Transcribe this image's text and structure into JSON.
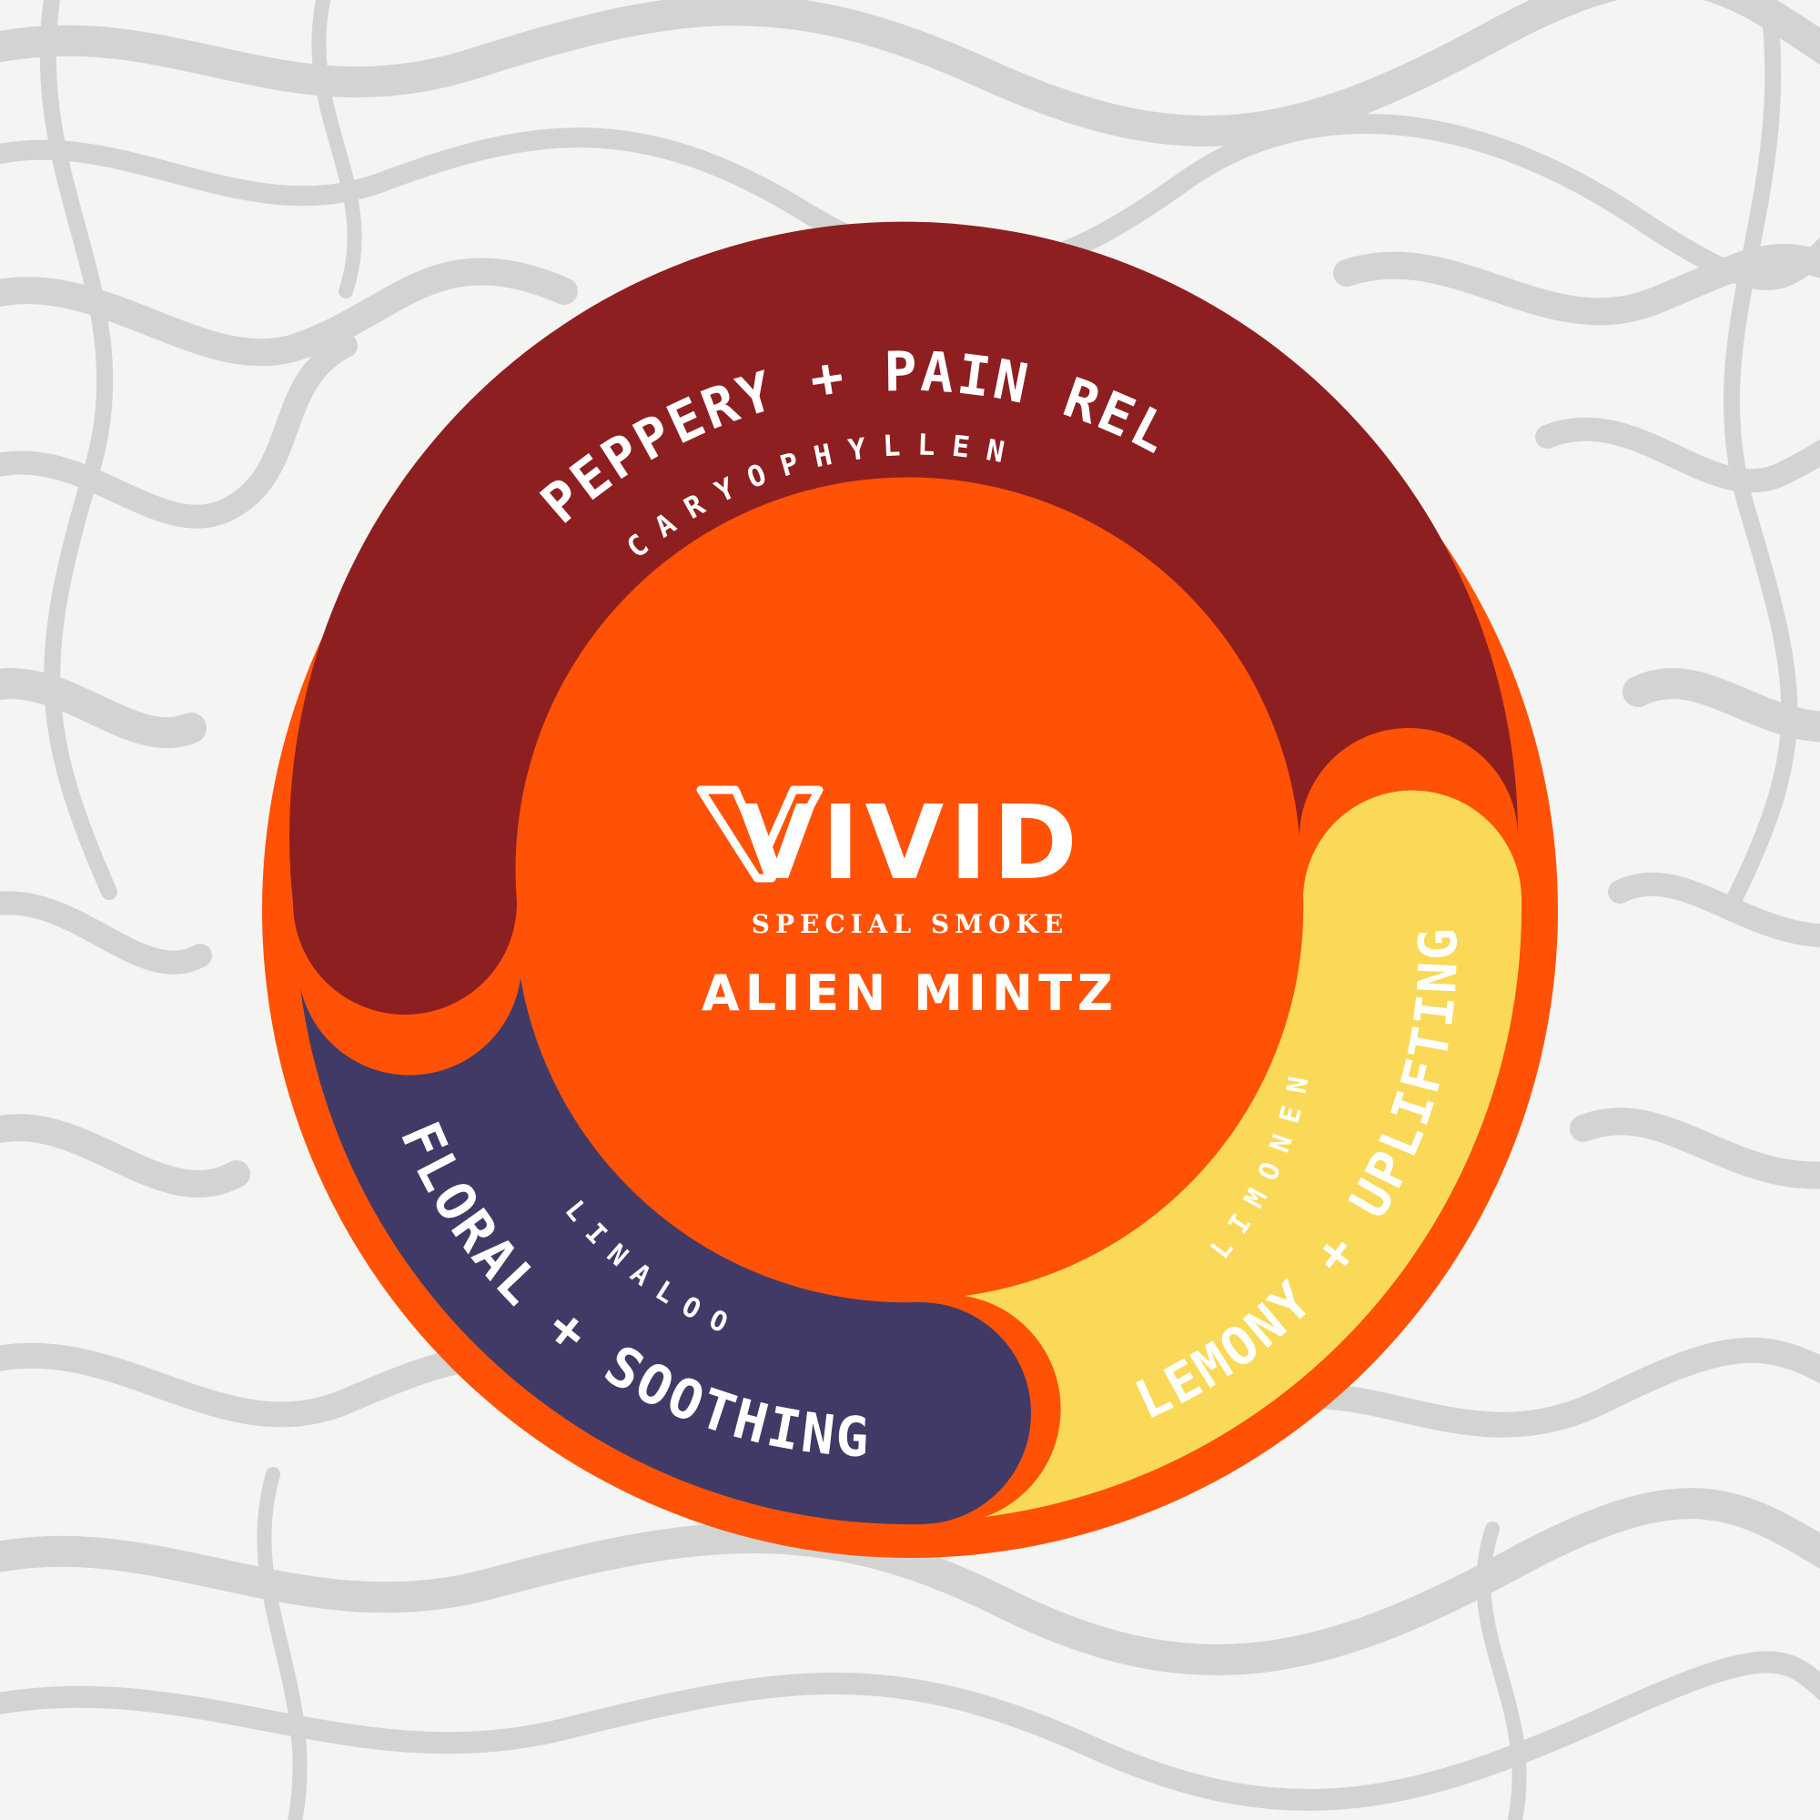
{
  "colors": {
    "background": "#f4f4f3",
    "marble": "#d3d4d2",
    "ring": "#ff5206",
    "center": "#ff5206",
    "peppery": "#8e1f21",
    "floral": "#413a66",
    "lemony": "#f9d957",
    "text": "#ffffff"
  },
  "segments": [
    {
      "id": "peppery",
      "effect": "PEPPERY + PAIN RELIEF",
      "terpene": "CARYOPHYLLENE"
    },
    {
      "id": "floral",
      "effect": "FLORAL + SOOTHING",
      "terpene": "LINALOOL"
    },
    {
      "id": "lemony",
      "effect": "LEMONY + UPLIFTING",
      "terpene": "LIMONENE"
    }
  ],
  "brand": {
    "name": "VIVID",
    "tagline": "SPECIAL SMOKE",
    "strain": "ALIEN MINTZ"
  }
}
